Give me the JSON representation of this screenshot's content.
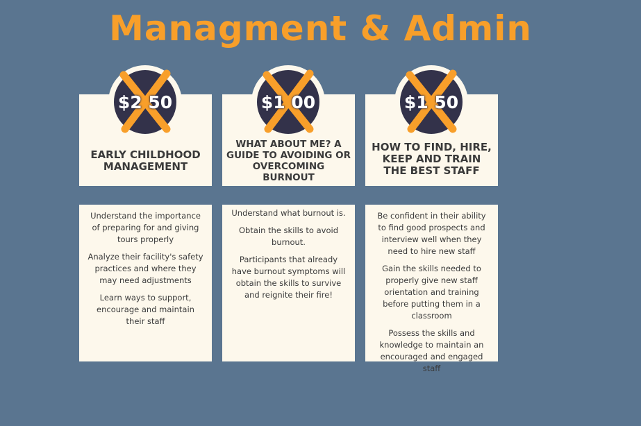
{
  "title": "Managment & Admin",
  "accent": "#f89f2a",
  "cards": [
    {
      "price": "$2 50",
      "name": "EARLY CHILDHOOD MANAGEMENT",
      "points": [
        "Understand the importance of preparing for and giving tours properly",
        "Analyze their facility's safety practices and where they may need adjustments",
        "Learn ways to support, encourage and maintain their staff"
      ]
    },
    {
      "price": "$1 00",
      "name": "WHAT ABOUT ME? A GUIDE TO AVOIDING OR OVERCOMING BURNOUT",
      "points": [
        "Understand what burnout is.",
        "Obtain the skills to avoid burnout.",
        "Participants that already have burnout symptoms will obtain the skills to survive and reignite their fire!"
      ]
    },
    {
      "price": "$1 50",
      "name": "HOW TO FIND, HIRE, KEEP AND TRAIN THE BEST STAFF",
      "points": [
        "Be confident in their ability to find good prospects and interview well when they need to hire new staff",
        "Gain the skills needed to properly give new staff orientation and training before putting them in a classroom",
        "Possess the skills and knowledge to maintain an encouraged and engaged staff"
      ]
    }
  ]
}
